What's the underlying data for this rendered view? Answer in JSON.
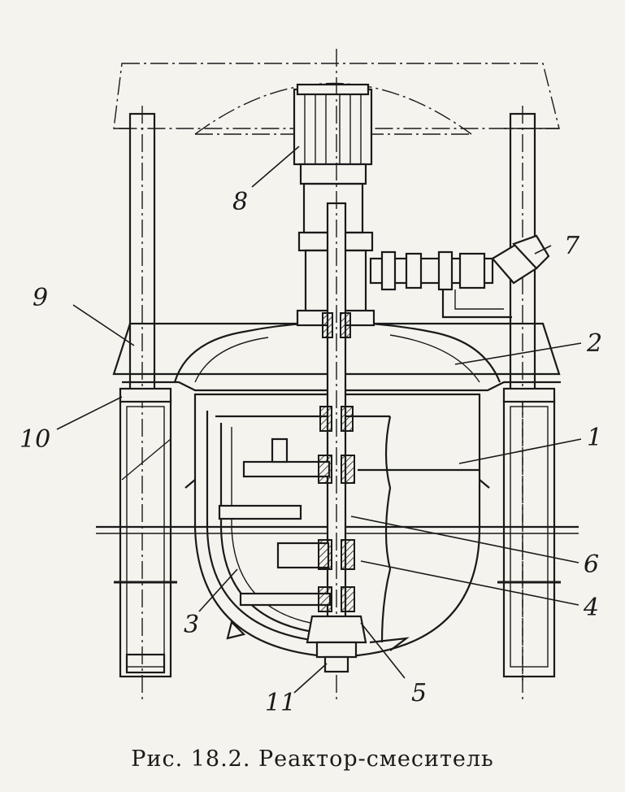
{
  "figure": {
    "caption": "Рис. 18.2. Реактор-смеситель",
    "labels": {
      "l1": "1",
      "l2": "2",
      "l3": "3",
      "l4": "4",
      "l5": "5",
      "l6": "6",
      "l7": "7",
      "l8": "8",
      "l9": "9",
      "l10": "10",
      "l11": "11"
    }
  }
}
